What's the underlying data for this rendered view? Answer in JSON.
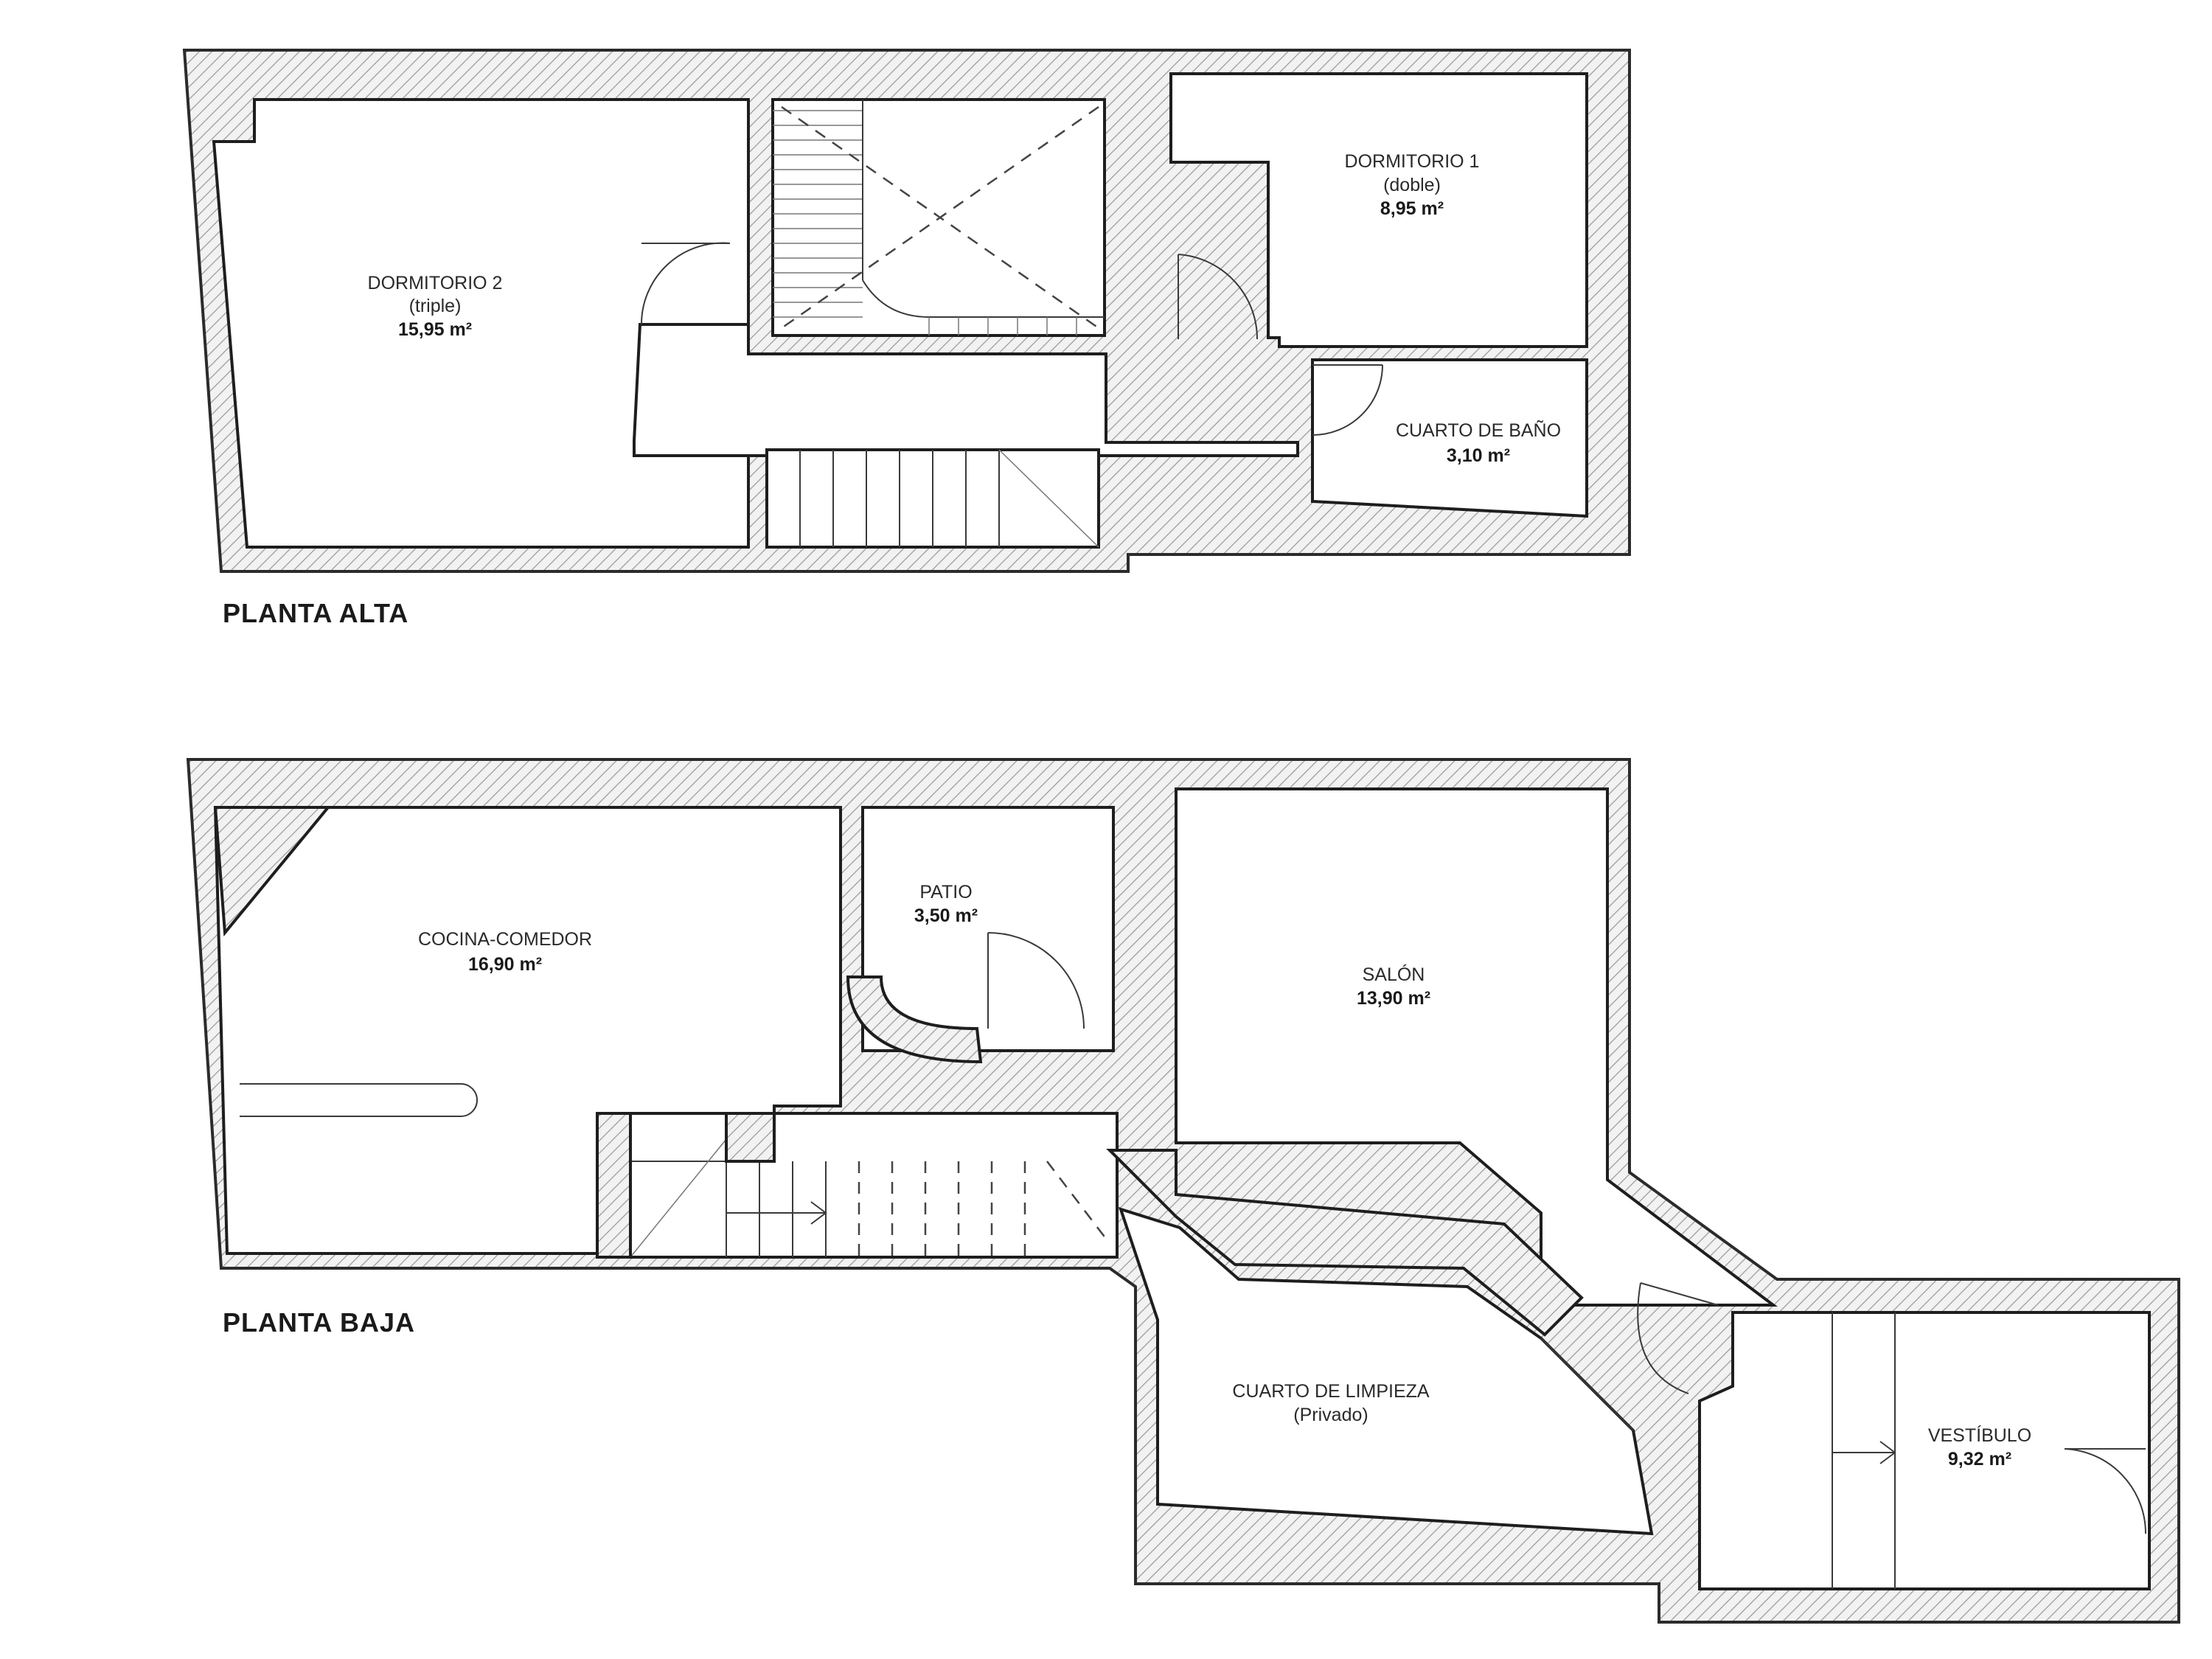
{
  "floors": [
    {
      "title": "PLANTA ALTA",
      "rooms": [
        {
          "name": "DORMITORIO 2",
          "sub": "(triple)",
          "area": "15,95 m²"
        },
        {
          "name": "DORMITORIO 1",
          "sub": "(doble)",
          "area": "8,95 m²"
        },
        {
          "name": "CUARTO DE BAÑO",
          "sub": "",
          "area": "3,10 m²"
        }
      ]
    },
    {
      "title": "PLANTA BAJA",
      "rooms": [
        {
          "name": "COCINA-COMEDOR",
          "sub": "",
          "area": "16,90 m²"
        },
        {
          "name": "PATIO",
          "sub": "",
          "area": "3,50 m²"
        },
        {
          "name": "SALÓN",
          "sub": "",
          "area": "13,90 m²"
        },
        {
          "name": "CUARTO DE LIMPIEZA",
          "sub": "(Privado)",
          "area": ""
        },
        {
          "name": "VESTÍBULO",
          "sub": "",
          "area": "9,32 m²"
        }
      ]
    }
  ]
}
